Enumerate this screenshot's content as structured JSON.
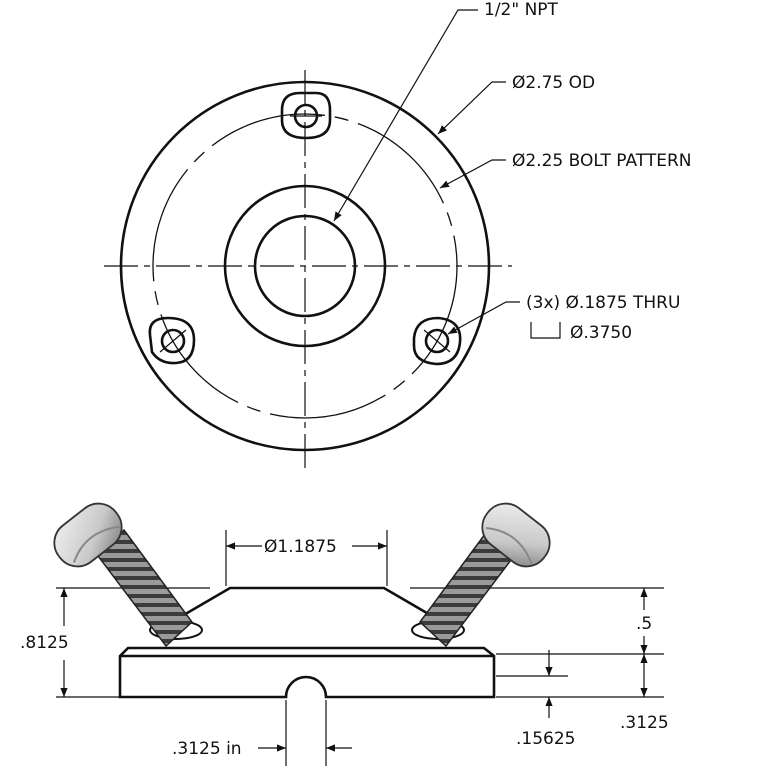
{
  "callouts": {
    "npt": "1/2\" NPT",
    "od": "Ø2.75 OD",
    "bolt_pattern": "Ø2.25 BOLT PATTERN",
    "holes_line1": "(3x) Ø.1875 THRU",
    "holes_line2": "Ø.3750"
  },
  "dimensions": {
    "top_diameter": "Ø1.1875",
    "overall_height": ".8125",
    "cone_height": ".5",
    "base_height": ".3125",
    "groove_depth": ".15625",
    "groove_width": ".3125 in"
  },
  "colors": {
    "line": "#111111",
    "screw_light": "#d8d8d8",
    "screw_dark": "#3a3a3a"
  }
}
